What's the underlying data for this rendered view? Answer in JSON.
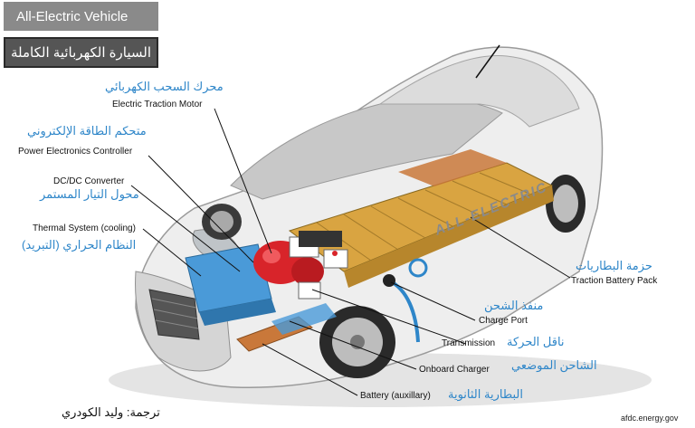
{
  "header": {
    "title": "All-Electric Vehicle",
    "subtitle": "السيارة الكهربائية الكاملة"
  },
  "components": [
    {
      "id": "motor",
      "en": "Electric Traction Motor",
      "ar": "محرك السحب الكهربائي"
    },
    {
      "id": "pec",
      "en": "Power Electronics Controller",
      "ar": "متحكم الطاقة الإلكتروني"
    },
    {
      "id": "dcdc",
      "en": "DC/DC Converter",
      "ar": "محول التيار المستمر"
    },
    {
      "id": "thermal",
      "en": "Thermal System (cooling)",
      "ar": "النظام الحراري (التبريد)"
    },
    {
      "id": "battery",
      "en": "Traction Battery Pack",
      "ar": "حزمة البطاريات"
    },
    {
      "id": "port",
      "en": "Charge Port",
      "ar": "منفذ الشحن"
    },
    {
      "id": "trans",
      "en": "Transmission",
      "ar": "ناقل الحركة"
    },
    {
      "id": "charger",
      "en": "Onboard Charger",
      "ar": "الشاحن الموضعي"
    },
    {
      "id": "aux",
      "en": "Battery (auxillary)",
      "ar": "البطارية الثانوية"
    }
  ],
  "car_text": "ALL-ELECTRIC",
  "footer": {
    "translator": "ترجمة: وليد الكودري",
    "source": "afdc.energy.gov"
  },
  "colors": {
    "title_bg": "#8a8a8a",
    "subtitle_bg": "#555555",
    "arabic_text": "#2e86c9",
    "battery_gold": "#d9a441",
    "motor_red": "#d8242a",
    "cooling_blue": "#4a9ad8"
  }
}
